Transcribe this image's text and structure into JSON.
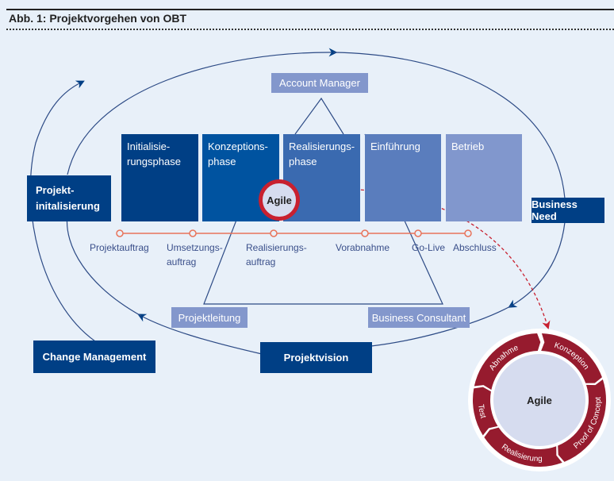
{
  "title": "Abb. 1: Projektvorgehen von OBT",
  "colors": {
    "dark_blue": "#003f85",
    "phase_1": "#003f85",
    "phase_2": "#0053a0",
    "phase_3": "#3a6ab0",
    "phase_4": "#5a7dbd",
    "phase_5": "#8197cd",
    "role": "#8397cc",
    "milestone_line": "#e8735a",
    "agile_red": "#961b2e"
  },
  "phases": [
    {
      "line1": "Initialisie-",
      "line2": "rungsphase"
    },
    {
      "line1": "Konzeptions-",
      "line2": "phase"
    },
    {
      "line1": "Realisierungs-",
      "line2": "phase"
    },
    {
      "line1": "Einführung",
      "line2": ""
    },
    {
      "line1": "Betrieb",
      "line2": ""
    }
  ],
  "milestones": [
    {
      "line1": "Projektauftrag",
      "line2": ""
    },
    {
      "line1": "Umsetzungs-",
      "line2": "auftrag"
    },
    {
      "line1": "Realisierungs-",
      "line2": "auftrag"
    },
    {
      "line1": "Vorabnahme",
      "line2": ""
    },
    {
      "line1": "Go-Live",
      "line2": ""
    },
    {
      "line1": "Abschluss",
      "line2": ""
    }
  ],
  "roles": {
    "account_manager": "Account Manager",
    "projektleitung": "Projektleitung",
    "business_consultant": "Business Consultant"
  },
  "cycle": {
    "projekt_init_line1": "Projekt-",
    "projekt_init_line2": "initalisierung",
    "business_need": "Business Need",
    "projektvision": "Projektvision",
    "change_management": "Change Management"
  },
  "agile": {
    "badge_label": "Agile",
    "wheel_center": "Agile",
    "wheel_segments": [
      "Konzeption",
      "Proof of Concept",
      "Realisierung",
      "Test",
      "Abnahme"
    ]
  }
}
